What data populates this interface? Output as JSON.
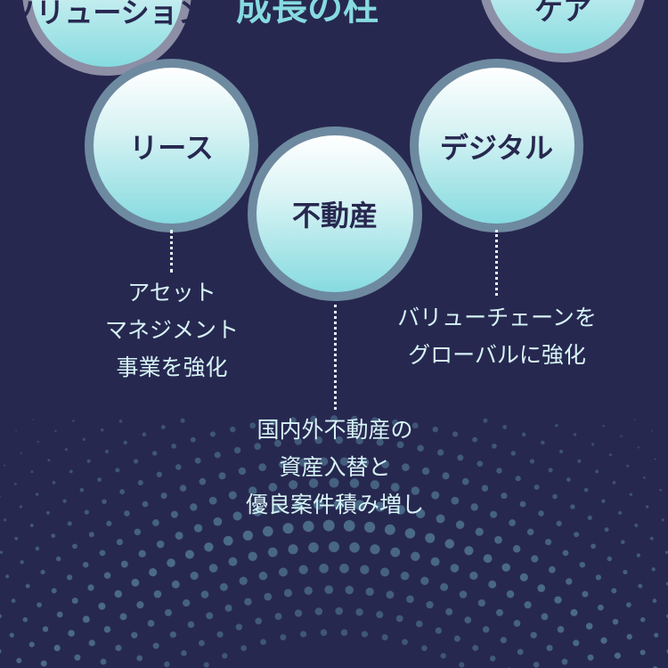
{
  "colors": {
    "background": "#272850",
    "accent": "#86dbe0",
    "text_dark": "#272850",
    "dots": "#4a6a88"
  },
  "title": "成長の柱",
  "pillars": [
    {
      "label": "ソリューション"
    },
    {
      "label": "ケア"
    },
    {
      "label": "リース",
      "description": [
        "アセット",
        "マネジメント",
        "事業を強化"
      ]
    },
    {
      "label": "不動産",
      "description": [
        "国内外不動産の",
        "資産入替と",
        "優良案件積み増し"
      ]
    },
    {
      "label": "デジタル",
      "description": [
        "バリューチェーンを",
        "グローバルに強化"
      ]
    }
  ]
}
